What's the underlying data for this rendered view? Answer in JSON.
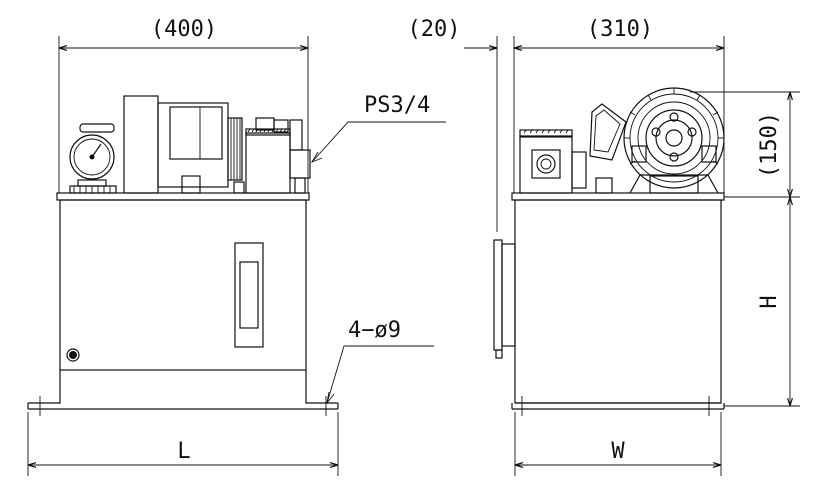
{
  "labels": {
    "front_top_width": "(400)",
    "side_offset": "(20)",
    "side_top_width": "(310)",
    "pipe_size": "PS3/4",
    "motor_height": "(150)",
    "tank_height": "H",
    "mount_holes": "4−ø9",
    "length": "L",
    "width": "W"
  },
  "colors": {
    "line": "#111111",
    "background": "#ffffff"
  }
}
